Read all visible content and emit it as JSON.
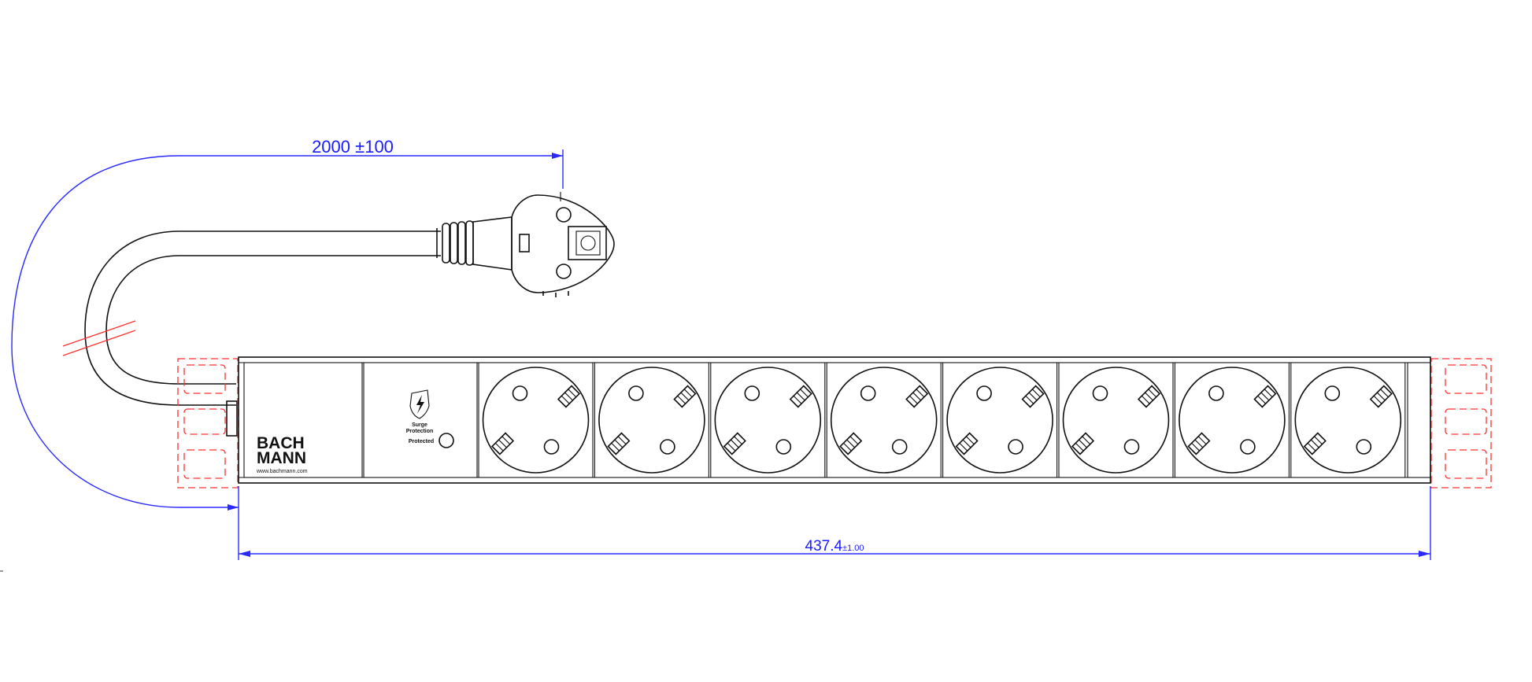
{
  "dimensions": {
    "cable_length": {
      "value": "2000",
      "tolerance": "±100"
    },
    "strip_length": {
      "value": "437.4",
      "tolerance": "±1.00"
    }
  },
  "faceplate": {
    "brand_line1": "BACH",
    "brand_line2": "MANN",
    "website": "www.bachmann.com",
    "surge_line1": "Surge",
    "surge_line2": "Protection",
    "protected_label": "Protected"
  },
  "socket_count": 8,
  "colors": {
    "dimension": "#2a2aff",
    "mounting": "#ff3030",
    "outline": "#111111"
  }
}
